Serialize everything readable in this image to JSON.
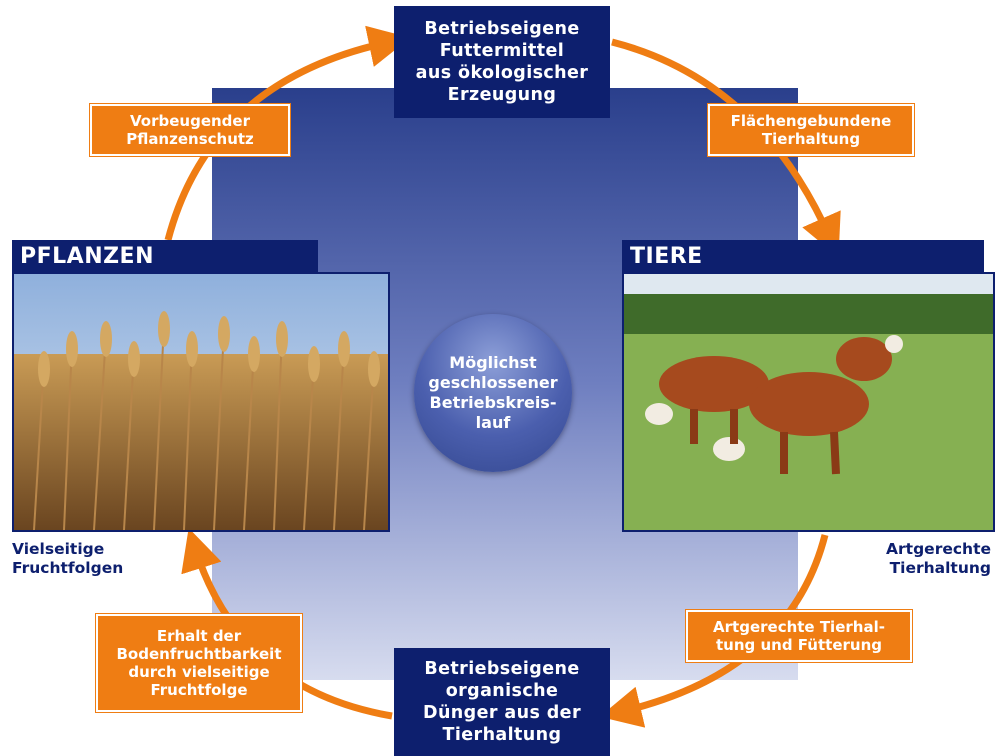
{
  "center": {
    "lines": [
      "Möglichst",
      "geschlossener",
      "Betriebskreis-",
      "lauf"
    ]
  },
  "top_box": {
    "lines": [
      "Betriebseigene",
      "Futtermittel",
      "aus ökologischer",
      "Erzeugung"
    ]
  },
  "bottom_box": {
    "lines": [
      "Betriebseigene",
      "organische",
      "Dünger aus der",
      "Tierhaltung"
    ]
  },
  "orange_boxes": {
    "top_left": [
      "Vorbeugender",
      "Pflanzenschutz"
    ],
    "top_right": [
      "Flächengebundene",
      "Tierhaltung"
    ],
    "bottom_left": [
      "Erhalt der",
      "Bodenfruchtbarkeit",
      "durch vielseitige",
      "Fruchtfolge"
    ],
    "bottom_right": [
      "Artgerechte Tierhal-",
      "tung und Fütterung"
    ]
  },
  "panels": {
    "left": {
      "title": "PFLANZEN",
      "caption": [
        "Vielseitige",
        "Fruchtfolgen"
      ]
    },
    "right": {
      "title": "TIERE",
      "caption": [
        "Artgerechte",
        "Tierhaltung"
      ]
    }
  },
  "colors": {
    "navy": "#0d1f6e",
    "orange": "#ef7d13",
    "square_top": "#2a3f8c",
    "square_bottom": "#d7dcef"
  }
}
